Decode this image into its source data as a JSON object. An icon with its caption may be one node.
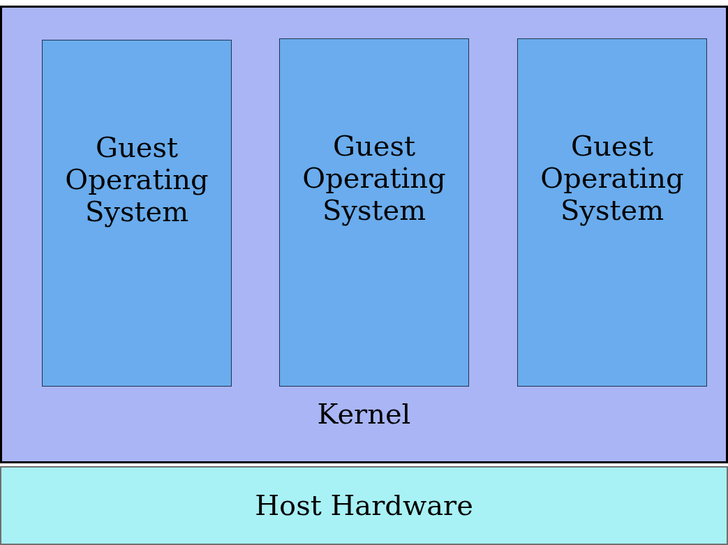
{
  "diagram": {
    "nodes": [
      {
        "text": [
          "Kernel"
        ]
      },
      {
        "text": [
          "Guest Operating System"
        ],
        "in": 0
      },
      {
        "text": [
          "Guest Operating System"
        ],
        "in": 0
      },
      {
        "text": [
          "Guest Operating System"
        ],
        "in": 0
      },
      {
        "text": [
          "Host Hardware"
        ]
      }
    ]
  }
}
